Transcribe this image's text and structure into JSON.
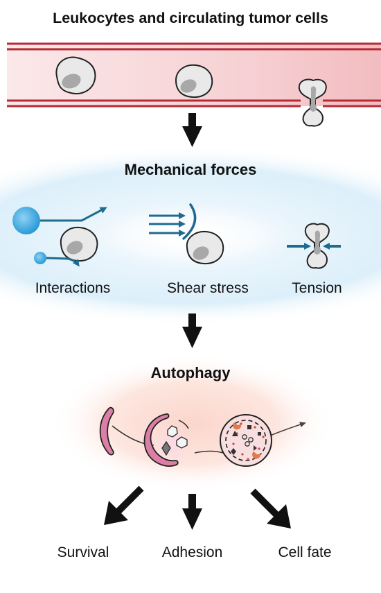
{
  "title": "Leukocytes and circulating tumor cells",
  "sections": {
    "forces_title": "Mechanical forces",
    "autophagy_title": "Autophagy"
  },
  "forces": [
    {
      "label": "Interactions"
    },
    {
      "label": "Shear stress"
    },
    {
      "label": "Tension"
    }
  ],
  "outcomes": [
    {
      "label": "Survival"
    },
    {
      "label": "Adhesion"
    },
    {
      "label": "Cell fate"
    }
  ],
  "colors": {
    "vessel_wall": "#b52a35",
    "vessel_fill": "#f7d3d5",
    "force_arrow": "#1f6a8f",
    "interaction_ball": "#3ca7e0",
    "forces_glow": "#dff0fa",
    "autophagy_glow": "#fbd9d0",
    "phagophore": "#dc7fa6",
    "autolysosome_fill": "#f8dede",
    "cell_fill": "#e9e9e9",
    "nucleus_fill": "#a8a8a8"
  }
}
